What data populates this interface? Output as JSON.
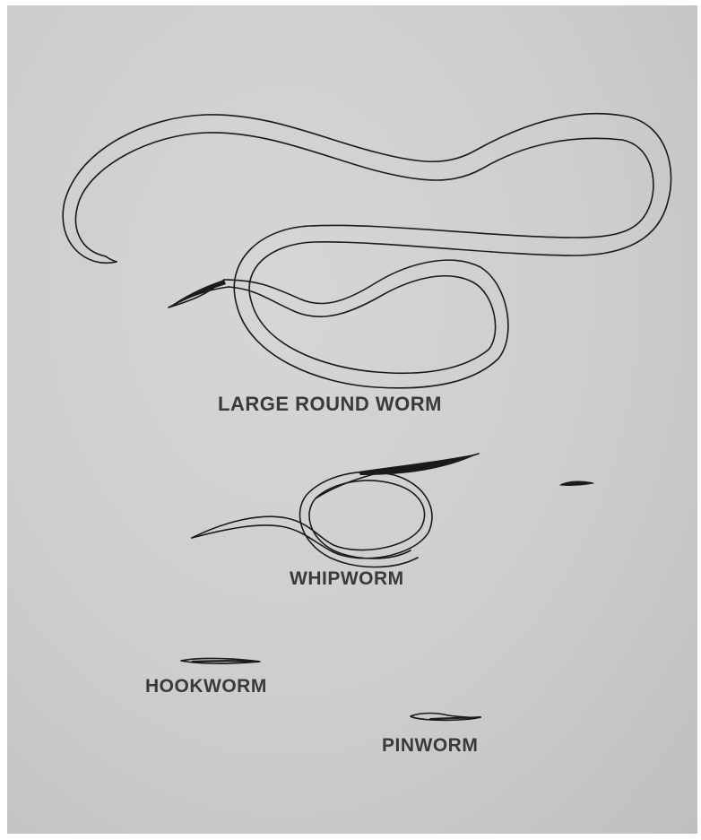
{
  "labels": {
    "large_round_worm": "LARGE ROUND WORM",
    "whipworm": "WHIPWORM",
    "hookworm": "HOOKWORM",
    "pinworm": "PINWORM"
  },
  "colors": {
    "background": "#cdcdcd",
    "worm_outline": "#1a1a1a",
    "label_text": "#3a3a3a"
  }
}
